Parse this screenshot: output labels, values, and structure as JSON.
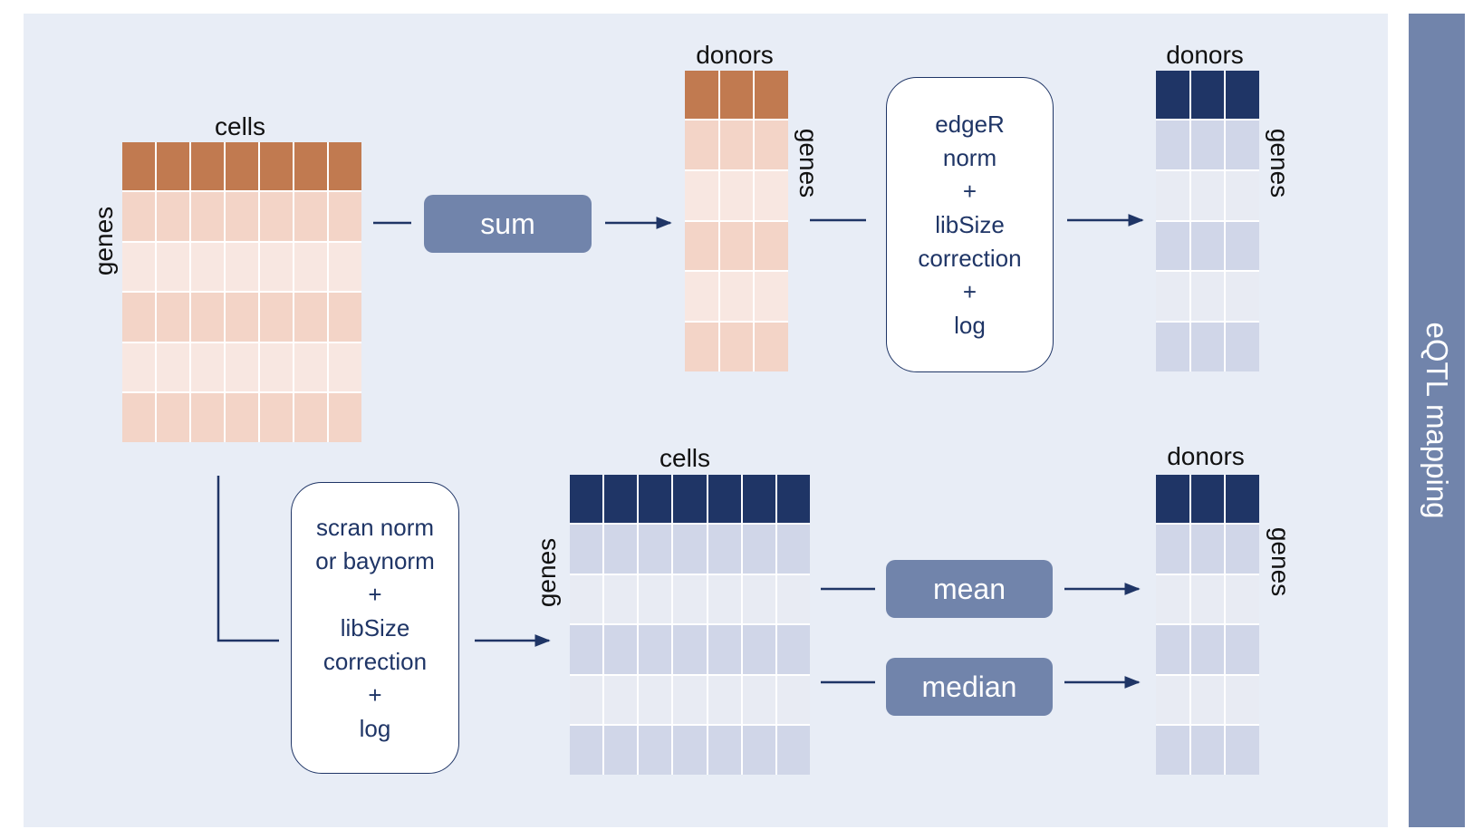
{
  "colors": {
    "panel_bg": "#e8edf6",
    "accent_blue": "#7184ab",
    "dark_navy": "#1f3566",
    "orange_header": "#c17a50",
    "orange_row_dark": "#f3d4c7",
    "orange_row_light": "#f8e7e1",
    "blue_row_dark": "#d0d6e8",
    "blue_row_light": "#e8ebf3"
  },
  "side_label": "eQTL mapping",
  "matrices": {
    "cells_raw": {
      "title": "cells",
      "row_label": "genes"
    },
    "donors_sum": {
      "title": "donors",
      "row_label": "genes"
    },
    "donors_edger": {
      "title": "donors",
      "row_label": "genes"
    },
    "cells_norm": {
      "title": "cells",
      "row_label": "genes"
    },
    "donors_agg": {
      "title": "donors",
      "row_label": "genes"
    }
  },
  "steps": {
    "sum": "sum",
    "mean": "mean",
    "median": "median"
  },
  "boxes": {
    "edger": [
      "edgeR",
      "norm",
      "+",
      "libSize",
      "correction",
      "+",
      "log"
    ],
    "scran": [
      "scran norm",
      "or baynorm",
      "+",
      "libSize",
      "correction",
      "+",
      "log"
    ]
  }
}
